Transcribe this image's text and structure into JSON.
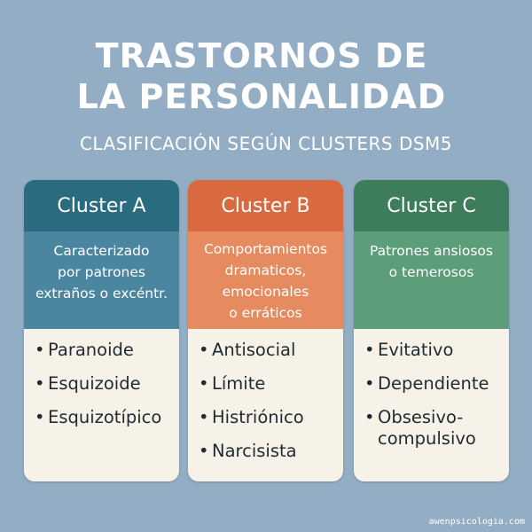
{
  "title": {
    "line1": "TRASTORNOS DE",
    "line2": "LA PERSONALIDAD"
  },
  "subtitle": "CLASIFICACIÓN SEGÚN CLUSTERS DSM5",
  "colors": {
    "background": "#93aec4",
    "cluster_a_header": "#2a6b80",
    "cluster_a_desc": "#4a86a0",
    "cluster_b_header": "#d96a3f",
    "cluster_b_desc": "#e68a5f",
    "cluster_c_header": "#3d7d5c",
    "cluster_c_desc": "#5c9d7a",
    "card_body": "#f7f2e7"
  },
  "clusters": [
    {
      "name": "Cluster A",
      "description": [
        "Caracterizado",
        "por patrones",
        "extraños o excéntr."
      ],
      "items": [
        "Paranoide",
        "Esquizoide",
        "Esquizotípico"
      ]
    },
    {
      "name": "Cluster B",
      "description": [
        "Comportamientos",
        "dramaticos,",
        "emocionales",
        "o erráticos"
      ],
      "items": [
        "Antisocial",
        "Límite",
        "Histriónico",
        "Narcisista"
      ]
    },
    {
      "name": "Cluster C",
      "description": [
        "Patrones ansiosos",
        "o temerosos"
      ],
      "items": [
        "Evitativo",
        "Dependiente",
        "Obsesivo-",
        "compulsivo"
      ]
    }
  ],
  "watermark": "awenpsicologia.com"
}
